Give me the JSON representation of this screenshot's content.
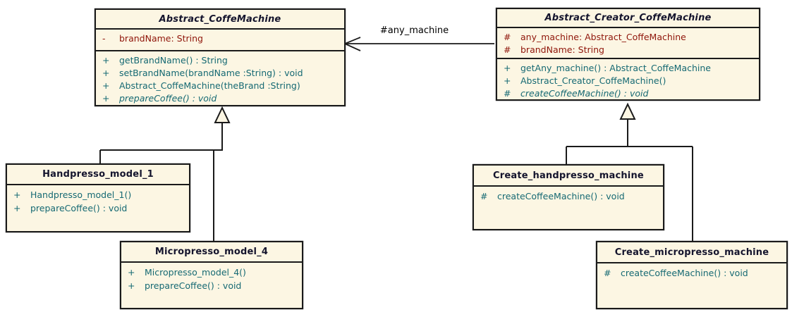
{
  "colors": {
    "box_fill": "#fcf6e3",
    "box_border": "#1a1a1a",
    "title_text": "#14142d",
    "attribute_text": "#8f150a",
    "method_text": "#156973",
    "label_text": "#000000"
  },
  "association": {
    "label": "#any_machine"
  },
  "relations": [
    {
      "type": "association",
      "from": "Abstract_Creator_CoffeMachine",
      "to": "Abstract_CoffeMachine",
      "label": "#any_machine"
    },
    {
      "type": "generalization",
      "from": "Handpresso_model_1",
      "to": "Abstract_CoffeMachine"
    },
    {
      "type": "generalization",
      "from": "Micropresso_model_4",
      "to": "Abstract_CoffeMachine"
    },
    {
      "type": "generalization",
      "from": "Create_handpresso_machine",
      "to": "Abstract_Creator_CoffeMachine"
    },
    {
      "type": "generalization",
      "from": "Create_micropresso_machine",
      "to": "Abstract_Creator_CoffeMachine"
    }
  ],
  "classes": [
    {
      "name": "Abstract_CoffeMachine",
      "abstract": true,
      "attributes": [
        {
          "vis": "-",
          "text": "brandName: String"
        }
      ],
      "methods": [
        {
          "vis": "+",
          "text": "getBrandName() : String"
        },
        {
          "vis": "+",
          "text": "setBrandName(brandName :String) : void"
        },
        {
          "vis": "+",
          "text": "Abstract_CoffeMachine(theBrand :String)"
        },
        {
          "vis": "+",
          "text": "prepareCoffee() : void",
          "abstract": true
        }
      ]
    },
    {
      "name": "Abstract_Creator_CoffeMachine",
      "abstract": true,
      "attributes": [
        {
          "vis": "#",
          "text": "any_machine: Abstract_CoffeMachine"
        },
        {
          "vis": "#",
          "text": "brandName: String"
        }
      ],
      "methods": [
        {
          "vis": "+",
          "text": "getAny_machine() : Abstract_CoffeMachine"
        },
        {
          "vis": "+",
          "text": "Abstract_Creator_CoffeMachine()"
        },
        {
          "vis": "#",
          "text": "createCoffeeMachine() : void",
          "abstract": true
        }
      ]
    },
    {
      "name": "Handpresso_model_1",
      "abstract": false,
      "attributes": [],
      "methods": [
        {
          "vis": "+",
          "text": "Handpresso_model_1()"
        },
        {
          "vis": "+",
          "text": "prepareCoffee() : void"
        }
      ]
    },
    {
      "name": "Micropresso_model_4",
      "abstract": false,
      "attributes": [],
      "methods": [
        {
          "vis": "+",
          "text": "Micropresso_model_4()"
        },
        {
          "vis": "+",
          "text": "prepareCoffee() : void"
        }
      ]
    },
    {
      "name": "Create_handpresso_machine",
      "abstract": false,
      "attributes": [],
      "methods": [
        {
          "vis": "#",
          "text": "createCoffeeMachine() : void"
        }
      ]
    },
    {
      "name": "Create_micropresso_machine",
      "abstract": false,
      "attributes": [],
      "methods": [
        {
          "vis": "#",
          "text": "createCoffeeMachine() : void"
        }
      ]
    }
  ]
}
